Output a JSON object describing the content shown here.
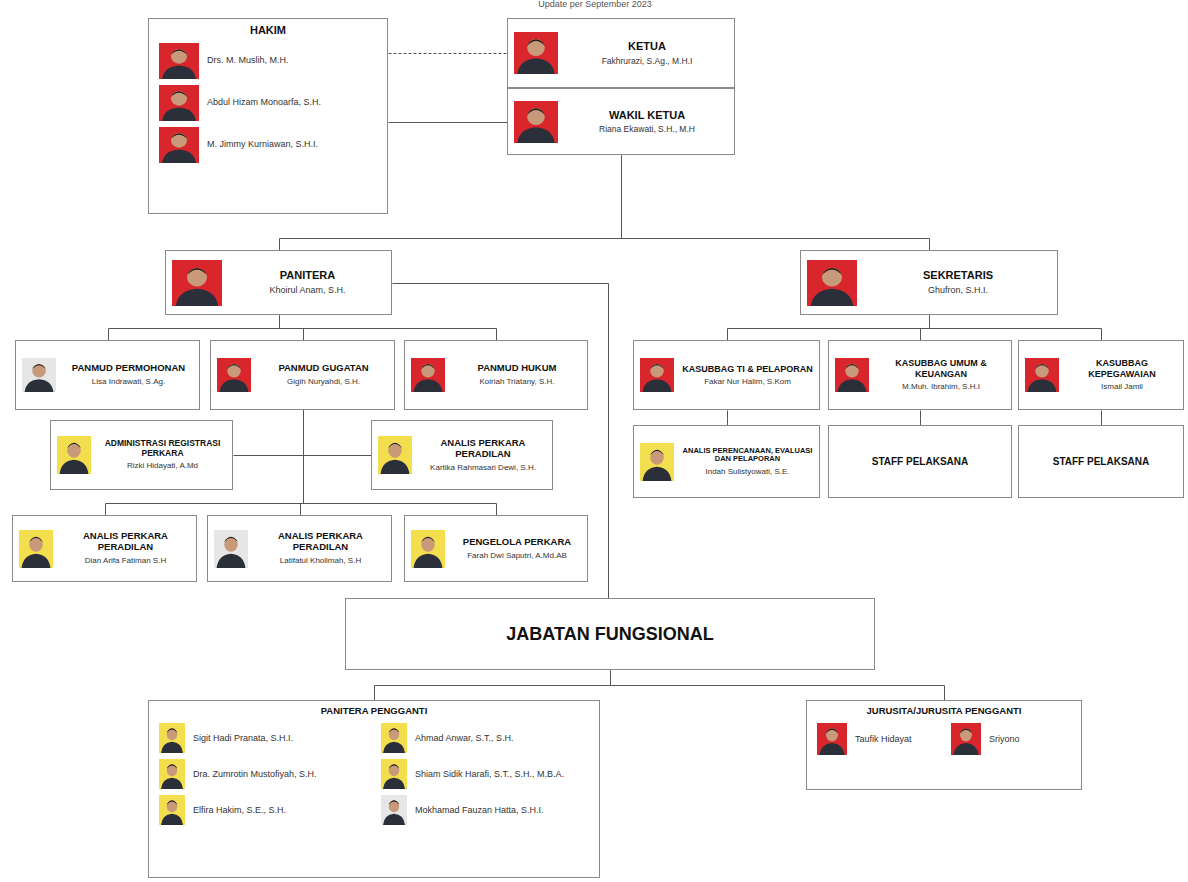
{
  "diagram": {
    "title": "Update per September 2023",
    "nodes": [
      {
        "text": [
          "HAKIM",
          "Drs. M. Muslih, M.H.",
          "Abdul Hizam Monoarfa, S.H.",
          "M. Jimmy Kurniawan, S.H.I."
        ]
      },
      {
        "text": [
          "KETUA",
          "Fakhrurazi, S.Ag., M.H.I"
        ]
      },
      {
        "text": [
          "WAKIL KETUA",
          "Riana Ekawati, S.H., M.H"
        ]
      },
      {
        "text": [
          "PANITERA",
          "Khoirul Anam, S.H."
        ]
      },
      {
        "text": [
          "SEKRETARIS",
          "Ghufron, S.H.I."
        ]
      },
      {
        "text": [
          "PANMUD PERMOHONAN",
          "Lisa Indrawati, S.Ag."
        ]
      },
      {
        "text": [
          "PANMUD GUGATAN",
          "Gigih Nuryahdi, S.H."
        ]
      },
      {
        "text": [
          "PANMUD HUKUM",
          "Koiriah Triatany, S.H."
        ]
      },
      {
        "text": [
          "KASUBBAG TI & PELAPORAN",
          "Fakar Nur Halim, S.Kom"
        ]
      },
      {
        "text": [
          "KASUBBAG UMUM & KEUANGAN",
          "M.Muh. Ibrahim, S.H.I"
        ]
      },
      {
        "text": [
          "KASUBBAG KEPEGAWAIAN",
          "Ismail Jamil"
        ]
      },
      {
        "text": [
          "ADMINISTRASI REGISTRASI PERKARA",
          "Rizki Hidayati, A.Md"
        ]
      },
      {
        "text": [
          "ANALIS PERKARA PERADILAN",
          "Kartika Rahmasari Dewi, S.H."
        ]
      },
      {
        "text": [
          "ANALIS PERENCANAAN, EVALUASI DAN PELAPORAN",
          "Indah Sulistyowati, S.E."
        ]
      },
      {
        "text": [
          "STAFF PELAKSANA"
        ]
      },
      {
        "text": [
          "STAFF PELAKSANA"
        ]
      },
      {
        "text": [
          "ANALIS PERKARA PERADILAN",
          "Dian Arifa Fatiman S.H"
        ]
      },
      {
        "text": [
          "ANALIS PERKARA PERADILAN",
          "Latifatul Kholimah, S.H"
        ]
      },
      {
        "text": [
          "PENGELOLA PERKARA",
          "Farah Dwi Saputri, A.Md.AB"
        ]
      },
      {
        "text": [
          "JABATAN FUNGSIONAL"
        ]
      },
      {
        "text": [
          "PANITERA PENGGANTI",
          "Sigit Hadi Pranata, S.H.I.",
          "Ahmad Anwar, S.T., S.H.",
          "Dra. Zumrotin Mustofiyah, S.H.",
          "Shiam Sidik Harafi, S.T., S.H., M.B.A.",
          "Elfira Hakim, S.E., S.H.",
          "Mokhamad Fauzan Hatta, S.H.I."
        ]
      },
      {
        "text": [
          "JURUSITA/JURUSITA PENGGANTI",
          "Taufik Hidayat",
          "Sriyono"
        ]
      }
    ],
    "edges": [
      {
        "from": 0,
        "to": 1,
        "arrow": "none"
      },
      {
        "from": 0,
        "to": 2,
        "arrow": "none"
      },
      {
        "from": 2,
        "to": 3,
        "arrow": "none"
      },
      {
        "from": 2,
        "to": 4,
        "arrow": "none"
      },
      {
        "from": 3,
        "to": 5,
        "arrow": "none"
      },
      {
        "from": 3,
        "to": 6,
        "arrow": "none"
      },
      {
        "from": 3,
        "to": 7,
        "arrow": "none"
      },
      {
        "from": 4,
        "to": 8,
        "arrow": "none"
      },
      {
        "from": 4,
        "to": 9,
        "arrow": "none"
      },
      {
        "from": 4,
        "to": 10,
        "arrow": "none"
      },
      {
        "from": 6,
        "to": 11,
        "arrow": "none"
      },
      {
        "from": 6,
        "to": 12,
        "arrow": "none"
      },
      {
        "from": 6,
        "to": 16,
        "arrow": "none"
      },
      {
        "from": 6,
        "to": 17,
        "arrow": "none"
      },
      {
        "from": 6,
        "to": 18,
        "arrow": "none"
      },
      {
        "from": 8,
        "to": 13,
        "arrow": "none"
      },
      {
        "from": 9,
        "to": 14,
        "arrow": "none"
      },
      {
        "from": 10,
        "to": 15,
        "arrow": "none"
      },
      {
        "from": 3,
        "to": 19,
        "arrow": "none"
      },
      {
        "from": 19,
        "to": 20,
        "arrow": "none"
      },
      {
        "from": 19,
        "to": 21,
        "arrow": "none"
      }
    ]
  }
}
